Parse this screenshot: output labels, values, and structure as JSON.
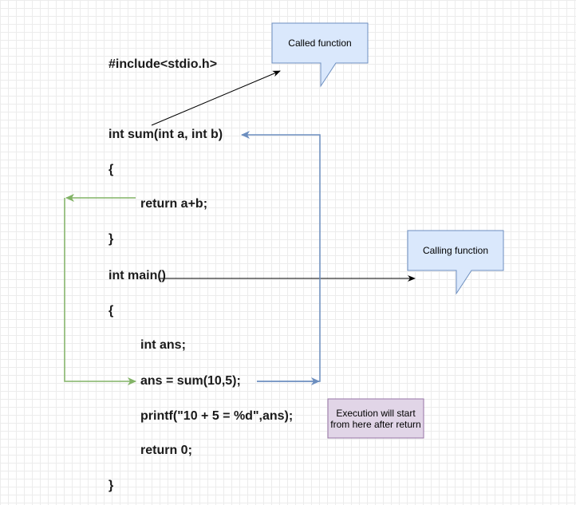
{
  "code_lines": [
    "#include<stdio.h>",
    "int sum(int a, int b)",
    "{",
    "return a+b;",
    "}",
    "int main()",
    "{",
    "int ans;",
    "ans = sum(10,5);",
    "printf(\"10 + 5 = %d\",ans);",
    "return 0;",
    "}"
  ],
  "callouts": {
    "called_function": "Called function",
    "calling_function": "Calling function",
    "execution_note": "Execution will start from here after return"
  },
  "colors": {
    "callout_fill": "#dae8fc",
    "callout_stroke": "#6c8ebf",
    "note_fill": "#e1d5e7",
    "note_stroke": "#9673a6",
    "call_arrow": "#6c8ebf",
    "return_arrow": "#82b366",
    "pointer_arrow": "#000000"
  }
}
